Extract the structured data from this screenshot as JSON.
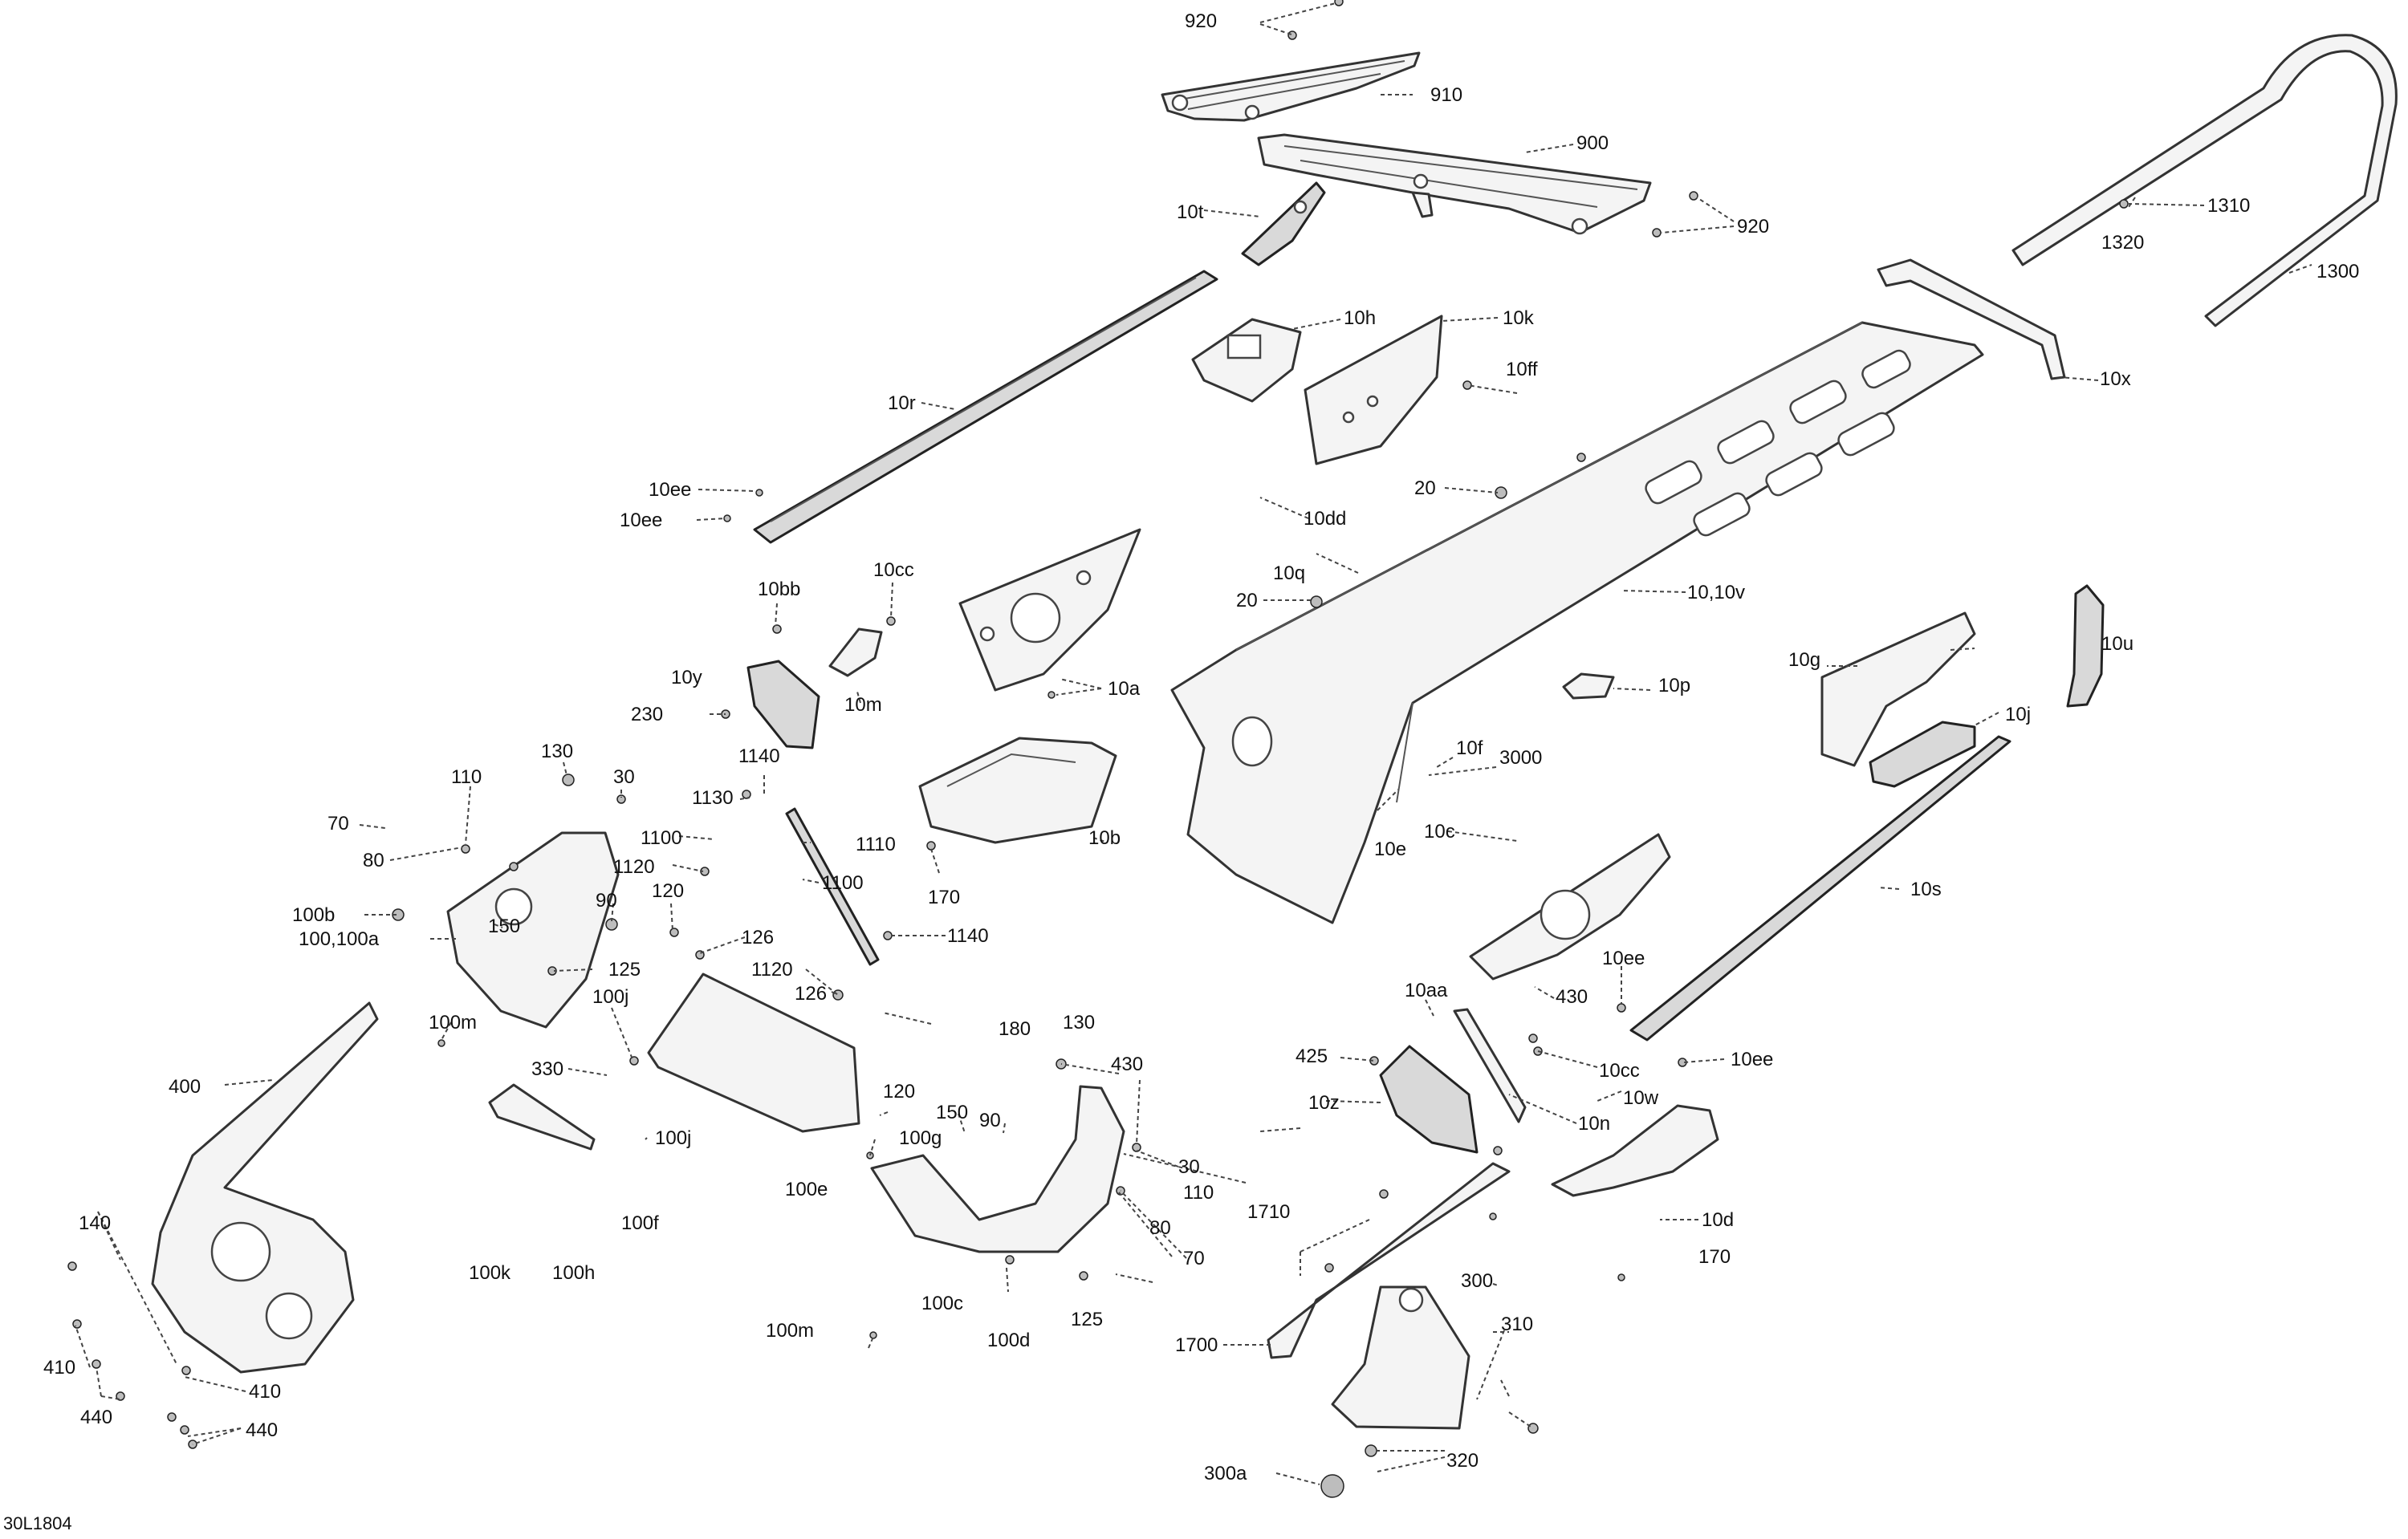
{
  "drawing_id": "30L1804",
  "callouts": [
    "920",
    "910",
    "900",
    "920",
    "10t",
    "1310",
    "1320",
    "1300",
    "10h",
    "10k",
    "10x",
    "10ff",
    "10r",
    "10ee",
    "10ee",
    "20",
    "10dd",
    "10q",
    "20",
    "10,10v",
    "10bb",
    "10cc",
    "10y",
    "230",
    "10m",
    "10a",
    "10u",
    "10g",
    "10j",
    "10p",
    "130",
    "110",
    "30",
    "1140",
    "70",
    "1130",
    "1110",
    "80",
    "1100",
    "1120",
    "1100",
    "10b",
    "10f",
    "3000",
    "10e",
    "10c",
    "90",
    "120",
    "170",
    "10s",
    "100b",
    "150",
    "100,100a",
    "126",
    "1140",
    "125",
    "1120",
    "126",
    "10ee",
    "10aa",
    "430",
    "100m",
    "100j",
    "180",
    "130",
    "430",
    "425",
    "10cc",
    "10ee",
    "400",
    "330",
    "120",
    "10z",
    "10w",
    "150",
    "90",
    "100g",
    "10n",
    "100j",
    "30",
    "110",
    "100e",
    "10d",
    "100f",
    "100k",
    "100h",
    "80",
    "1710",
    "70",
    "140",
    "170",
    "100c",
    "300",
    "125",
    "100d",
    "310",
    "100m",
    "1700",
    "410",
    "410",
    "440",
    "440",
    "320",
    "300a"
  ]
}
